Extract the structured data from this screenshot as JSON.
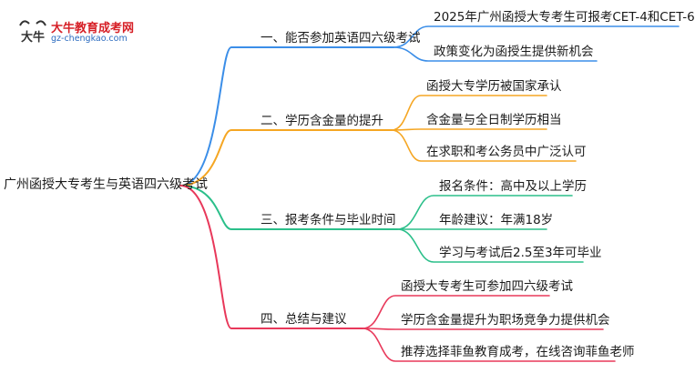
{
  "logo": {
    "name": "大牛教育成考网",
    "url": "gz-chengkao.com",
    "mark_text": "大牛",
    "icon": "bull-logo-icon",
    "color_name": "#d61f26",
    "color_url": "#2b6bbf"
  },
  "root": {
    "label": "广州函授大专考生与英语四六级考试"
  },
  "branches": [
    {
      "label": "一、能否参加英语四六级考试",
      "color": "#3b8ee8",
      "items": [
        "2025年广州函授大专考生可报考CET-4和CET-6",
        "政策变化为函授生提供新机会"
      ]
    },
    {
      "label": "二、学历含金量的提升",
      "color": "#f5a623",
      "items": [
        "函授大专学历被国家承认",
        "含金量与全日制学历相当",
        "在求职和考公务员中广泛认可"
      ]
    },
    {
      "label": "三、报考条件与毕业时间",
      "color": "#2bbf8a",
      "items": [
        "报名条件：高中及以上学历",
        "年龄建议：年满18岁",
        "学习与考试后2.5至3年可毕业"
      ]
    },
    {
      "label": "四、总结与建议",
      "color": "#e8385a",
      "items": [
        "函授大专考生可参加四六级考试",
        "学历含金量提升为职场竞争力提供机会",
        "推荐选择菲鱼教育成考，在线咨询菲鱼老师"
      ]
    }
  ]
}
